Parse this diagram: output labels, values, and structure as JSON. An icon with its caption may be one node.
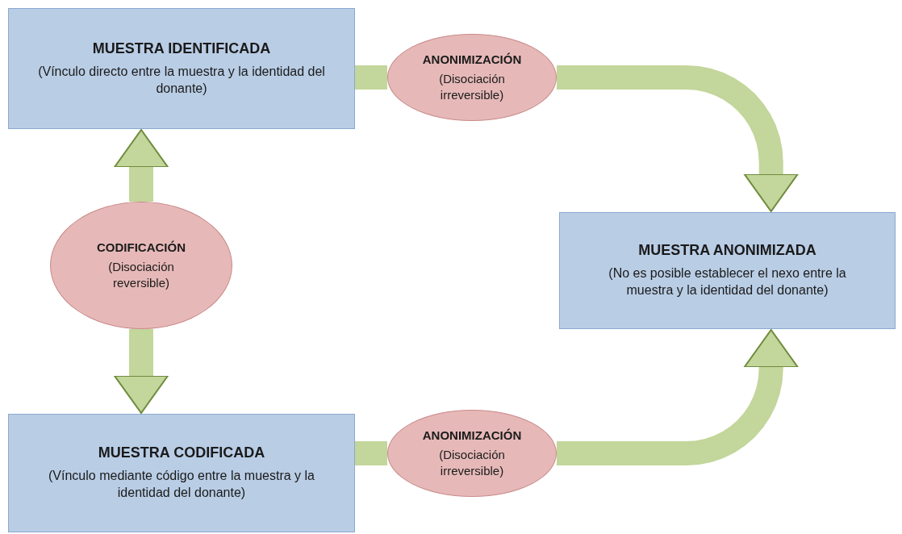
{
  "diagram": {
    "nodes": [
      {
        "text": [
          "MUESTRA IDENTIFICADA",
          "(Vínculo directo entre la muestra y la identidad del donante)"
        ]
      },
      {
        "text": [
          "ANONIMIZACIÓN",
          "(Disociación irreversible)"
        ]
      },
      {
        "text": [
          "CODIFICACIÓN",
          "(Disociación reversible)"
        ]
      },
      {
        "text": [
          "MUESTRA ANONIMIZADA",
          "(No es posible establecer el nexo entre la muestra y la identidad del donante)"
        ]
      },
      {
        "text": [
          "MUESTRA CODIFICADA",
          "(Vínculo mediante código entre la muestra y la identidad del donante)"
        ]
      },
      {
        "text": [
          "ANONIMIZACIÓN",
          "(Disociación irreversible)"
        ]
      }
    ],
    "edges": [
      {
        "from": 0,
        "to": 1,
        "arrow": "none"
      },
      {
        "from": 1,
        "to": 3,
        "arrow": "to"
      },
      {
        "from": 2,
        "to": 0,
        "arrow": "to"
      },
      {
        "from": 2,
        "to": 4,
        "arrow": "to"
      },
      {
        "from": 4,
        "to": 5,
        "arrow": "none"
      },
      {
        "from": 5,
        "to": 3,
        "arrow": "to"
      }
    ]
  }
}
